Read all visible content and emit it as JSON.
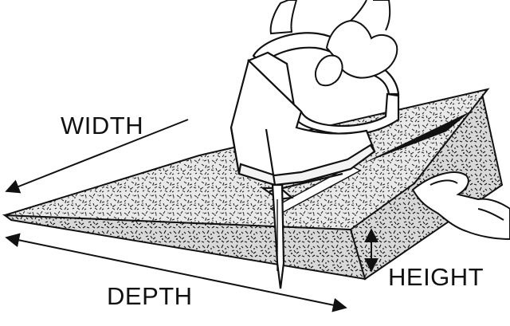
{
  "labels": {
    "width": "WIDTH",
    "depth": "DEPTH",
    "height": "HEIGHT"
  },
  "colors": {
    "ink": "#111111",
    "foam_base": "#e9e9e9",
    "foam_side": "#dcdcdc",
    "paper": "#ffffff"
  },
  "icons": [
    "foam-cutter-icon",
    "hand-icon"
  ]
}
